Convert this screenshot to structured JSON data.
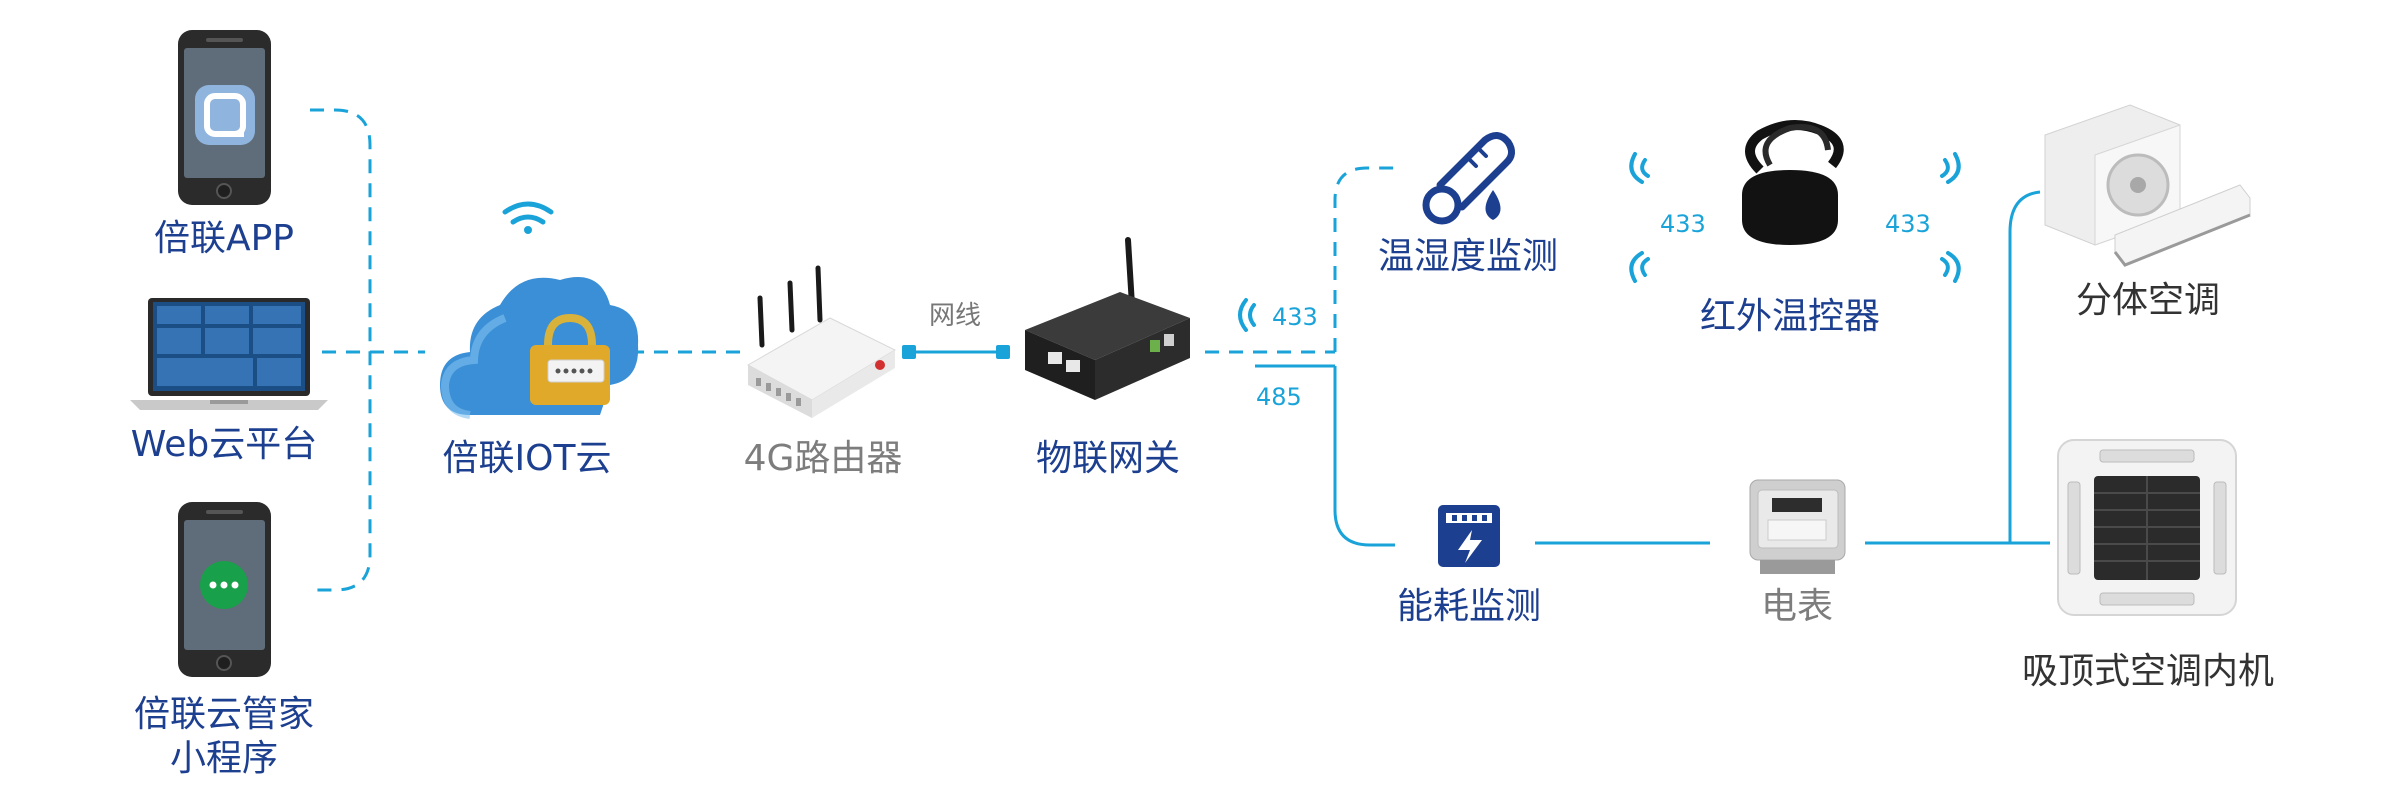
{
  "nodes": {
    "app": "倍联APP",
    "web": "Web云平台",
    "miniprogram_line1": "倍联云管家",
    "miniprogram_line2": "小程序",
    "cloud": "倍联IOT云",
    "router": "4G路由器",
    "cable": "网线",
    "gateway": "物联网关",
    "temp_humidity": "温湿度监测",
    "ir_controller": "红外温控器",
    "split_ac": "分体空调",
    "energy": "能耗监测",
    "meter": "电表",
    "ceiling_ac": "吸顶式空调内机"
  },
  "links": {
    "rf_433_gateway": "433",
    "rf_433_left": "433",
    "rf_433_right": "433",
    "rs_485": "485"
  },
  "icons": {
    "app_screen": "rounded-square-logo-icon",
    "mini_screen": "chat-bubble-icon",
    "cloud": "cloud-lock-icon",
    "thermometer": "thermometer-droplet-icon",
    "energy": "lightning-meter-icon",
    "wifi": "wifi-icon"
  },
  "colors": {
    "primary": "#1aa3d9",
    "label_blue": "#1d3f8f",
    "label_gray": "#7d7d7d"
  }
}
